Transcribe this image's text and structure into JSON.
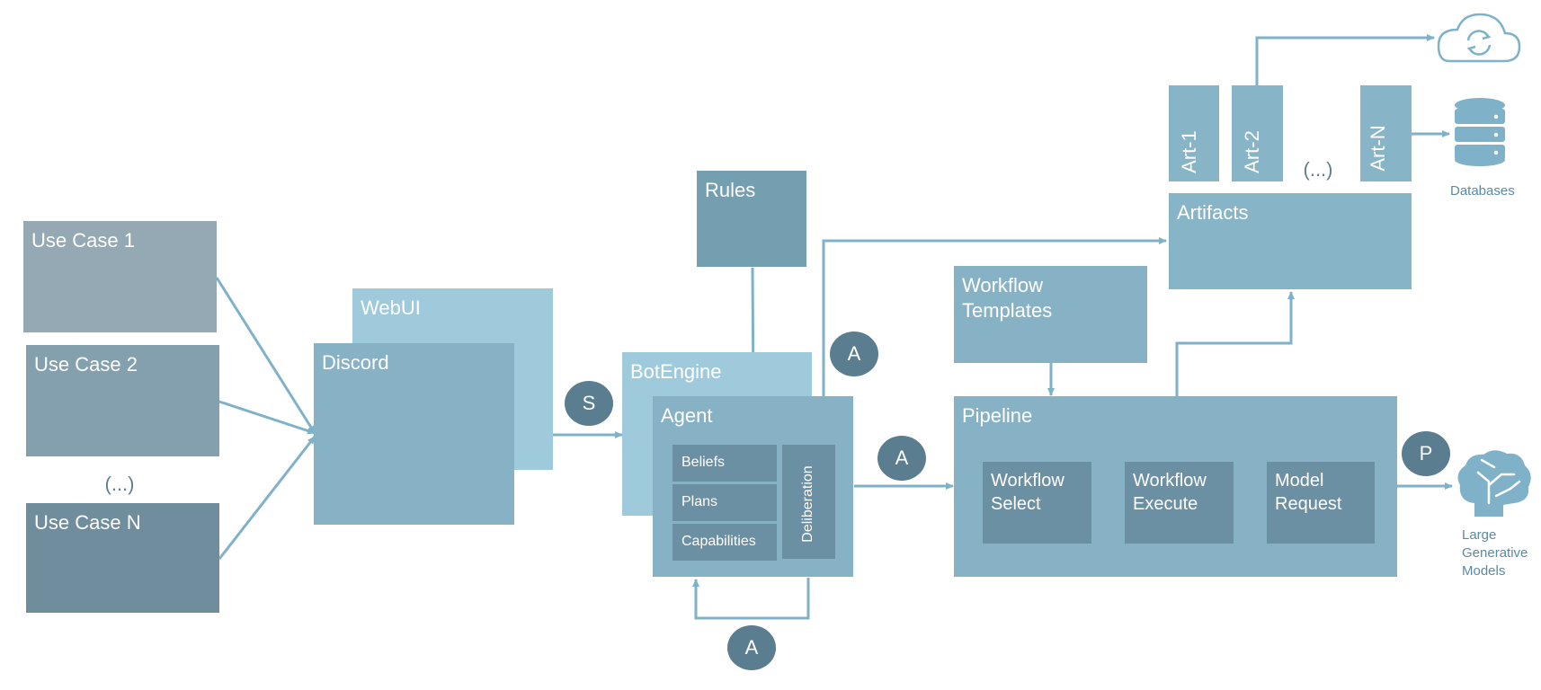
{
  "use_cases": {
    "uc1": "Use Case 1",
    "uc2": "Use Case 2",
    "ellipsis": "(...)",
    "ucn": "Use Case N"
  },
  "interfaces": {
    "webui": "WebUI",
    "discord": "Discord"
  },
  "rules": "Rules",
  "botengine": "BotEngine",
  "agent": {
    "title": "Agent",
    "beliefs": "Beliefs",
    "plans": "Plans",
    "capabilities": "Capabilities",
    "deliberation": "Deliberation"
  },
  "workflow_templates": "Workflow\nTemplates",
  "pipeline": {
    "title": "Pipeline",
    "workflow_select": "Workflow\nSelect",
    "workflow_execute": "Workflow\nExecute",
    "model_request": "Model\nRequest"
  },
  "artifacts": {
    "title": "Artifacts",
    "art1": "Art-1",
    "art2": "Art-2",
    "ellipsis": "(...)",
    "artn": "Art-N"
  },
  "badges": {
    "s": "S",
    "a_top": "A",
    "a_mid": "A",
    "a_bottom": "A",
    "p": "P"
  },
  "external": {
    "databases": "Databases",
    "llm": "Large\nGenerative\nModels",
    "cloud_icon": "cloud-sync-icon",
    "db_icon": "database-icon",
    "brain_icon": "brain-icon"
  },
  "colors": {
    "arrow": "#7fb2c9",
    "badge": "#5a7d8f"
  }
}
